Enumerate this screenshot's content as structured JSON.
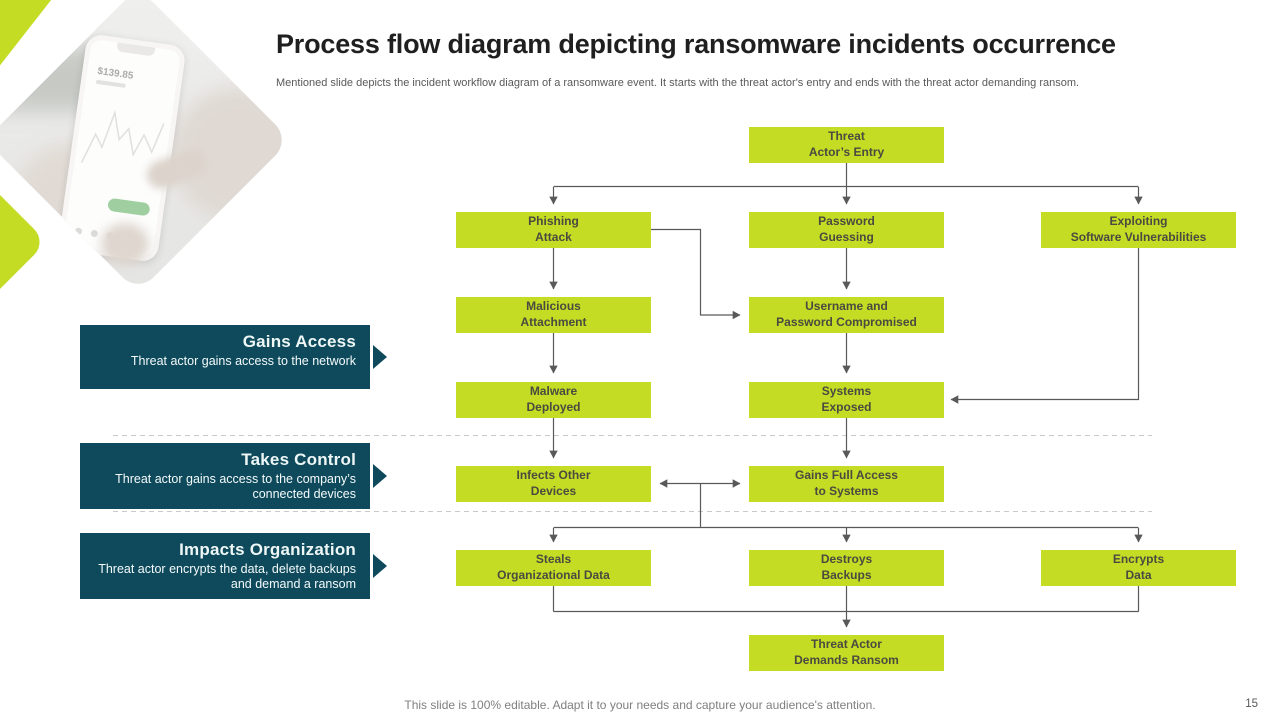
{
  "slide": {
    "title": "Process flow diagram depicting ransomware incidents occurrence",
    "subtitle": "Mentioned slide depicts the incident workflow diagram of a ransomware event. It starts with the threat actor's entry and ends with the threat actor demanding ransom.",
    "footer": "This slide is 100% editable. Adapt it to your needs and capture your audience's attention.",
    "page_number": "15"
  },
  "photo": {
    "phone_price": "$139.85"
  },
  "colors": {
    "accent_green": "#c4dc23",
    "dark_teal": "#0e4a5c",
    "node_text": "#4a4a40",
    "connector_gray": "#595959",
    "title_color": "#1f1f1f",
    "muted_text": "#595959",
    "footer_gray": "#7f7f7f",
    "photo_button_green": "#67b46a"
  },
  "callouts": [
    {
      "title": "Gains Access",
      "description": "Threat actor gains access to the network"
    },
    {
      "title": "Takes Control",
      "description": "Threat actor gains access to the company’s connected devices"
    },
    {
      "title": "Impacts Organization",
      "description": "Threat actor encrypts the data, delete backups and demand a ransom"
    }
  ],
  "flow": {
    "nodes": [
      {
        "label": "Threat\nActor’s Entry"
      },
      {
        "label": "Phishing\nAttack"
      },
      {
        "label": "Password\nGuessing"
      },
      {
        "label": "Exploiting\nSoftware Vulnerabilities"
      },
      {
        "label": "Malicious\nAttachment"
      },
      {
        "label": "Username and\nPassword Compromised"
      },
      {
        "label": "Malware\nDeployed"
      },
      {
        "label": "Systems\nExposed"
      },
      {
        "label": "Infects Other\nDevices"
      },
      {
        "label": "Gains Full Access\nto Systems"
      },
      {
        "label": "Steals\nOrganizational Data"
      },
      {
        "label": "Destroys\nBackups"
      },
      {
        "label": "Encrypts\nData"
      },
      {
        "label": "Threat Actor\nDemands Ransom"
      }
    ],
    "edges": [
      "Threat Actor’s Entry → Phishing Attack",
      "Threat Actor’s Entry → Password Guessing",
      "Threat Actor’s Entry → Exploiting Software Vulnerabilities",
      "Phishing Attack → Malicious Attachment",
      "Phishing Attack → Username and Password Compromised",
      "Password Guessing → Username and Password Compromised",
      "Malicious Attachment → Malware Deployed",
      "Username and Password Compromised → Systems Exposed",
      "Exploiting Software Vulnerabilities → Systems Exposed",
      "Malware Deployed → Infects Other Devices",
      "Systems Exposed → Gains Full Access to Systems",
      "Infects Other Devices ↔ Gains Full Access to Systems",
      "Infects Other Devices / Gains Full Access to Systems → Steals Organizational Data",
      "Infects Other Devices / Gains Full Access to Systems → Destroys Backups",
      "Infects Other Devices / Gains Full Access to Systems → Encrypts Data",
      "Steals Organizational Data → Threat Actor Demands Ransom",
      "Destroys Backups → Threat Actor Demands Ransom",
      "Encrypts Data → Threat Actor Demands Ransom"
    ]
  }
}
